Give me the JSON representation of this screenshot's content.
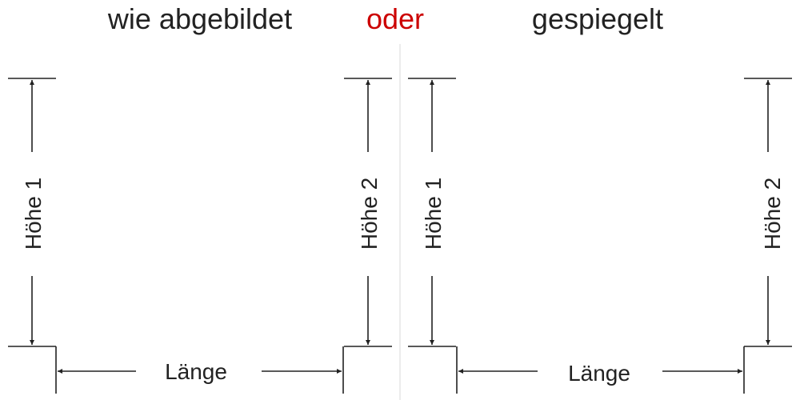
{
  "titles": {
    "left": "wie abgebildet",
    "middle": "oder",
    "right": "gespiegelt"
  },
  "colors": {
    "accent": "#cc0000",
    "line": "#222222",
    "divider": "#d8d8d8"
  },
  "left_panel": {
    "height_left": "Höhe 1",
    "height_right": "Höhe 2",
    "length": "Länge"
  },
  "right_panel": {
    "height_left": "Höhe 1",
    "height_right": "Höhe 2",
    "length": "Länge"
  }
}
